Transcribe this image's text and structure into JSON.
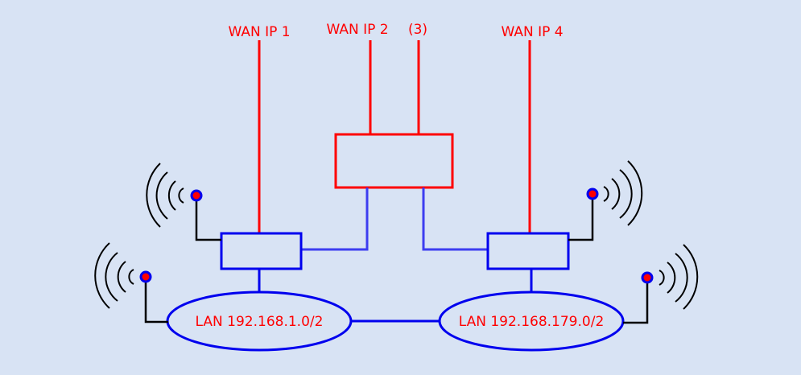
{
  "labels": {
    "wan1": "WAN IP 1",
    "wan2": "WAN IP 2",
    "wan3": "(3)",
    "wan4": "WAN IP 4",
    "lan_left": "LAN 192.168.1.0/2",
    "lan_right": "LAN 192.168.179.0/2"
  },
  "colors": {
    "background": "#d8e3f4",
    "wan": "#ff0000",
    "lan": "#0000ee",
    "link": "#3d3df0",
    "antenna": "#000000"
  }
}
